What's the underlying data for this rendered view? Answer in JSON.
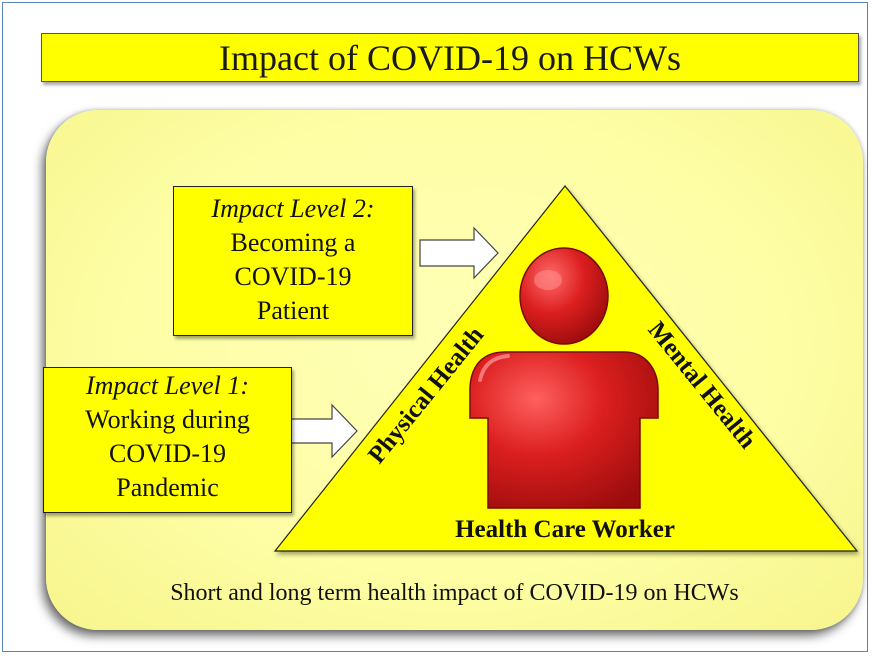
{
  "title": "Impact of COVID-19 on HCWs",
  "level2": {
    "title": "Impact Level 2:",
    "lines": [
      "Becoming a",
      "COVID-19",
      "Patient"
    ]
  },
  "level1": {
    "title": "Impact Level 1:",
    "lines": [
      "Working during",
      "COVID-19",
      "Pandemic"
    ]
  },
  "triangle": {
    "left_side": "Physical Health",
    "right_side": "Mental Health",
    "base": "Health Care Worker"
  },
  "caption": "Short and long term health impact of COVID-19 on HCWs",
  "colors": {
    "box_fill": "#ffff00",
    "panel_fill": "#fefea6",
    "figure": "#d21c1c",
    "frame": "#5a84b8"
  },
  "icons": [
    "person-figure-icon",
    "arrow-right-icon"
  ]
}
